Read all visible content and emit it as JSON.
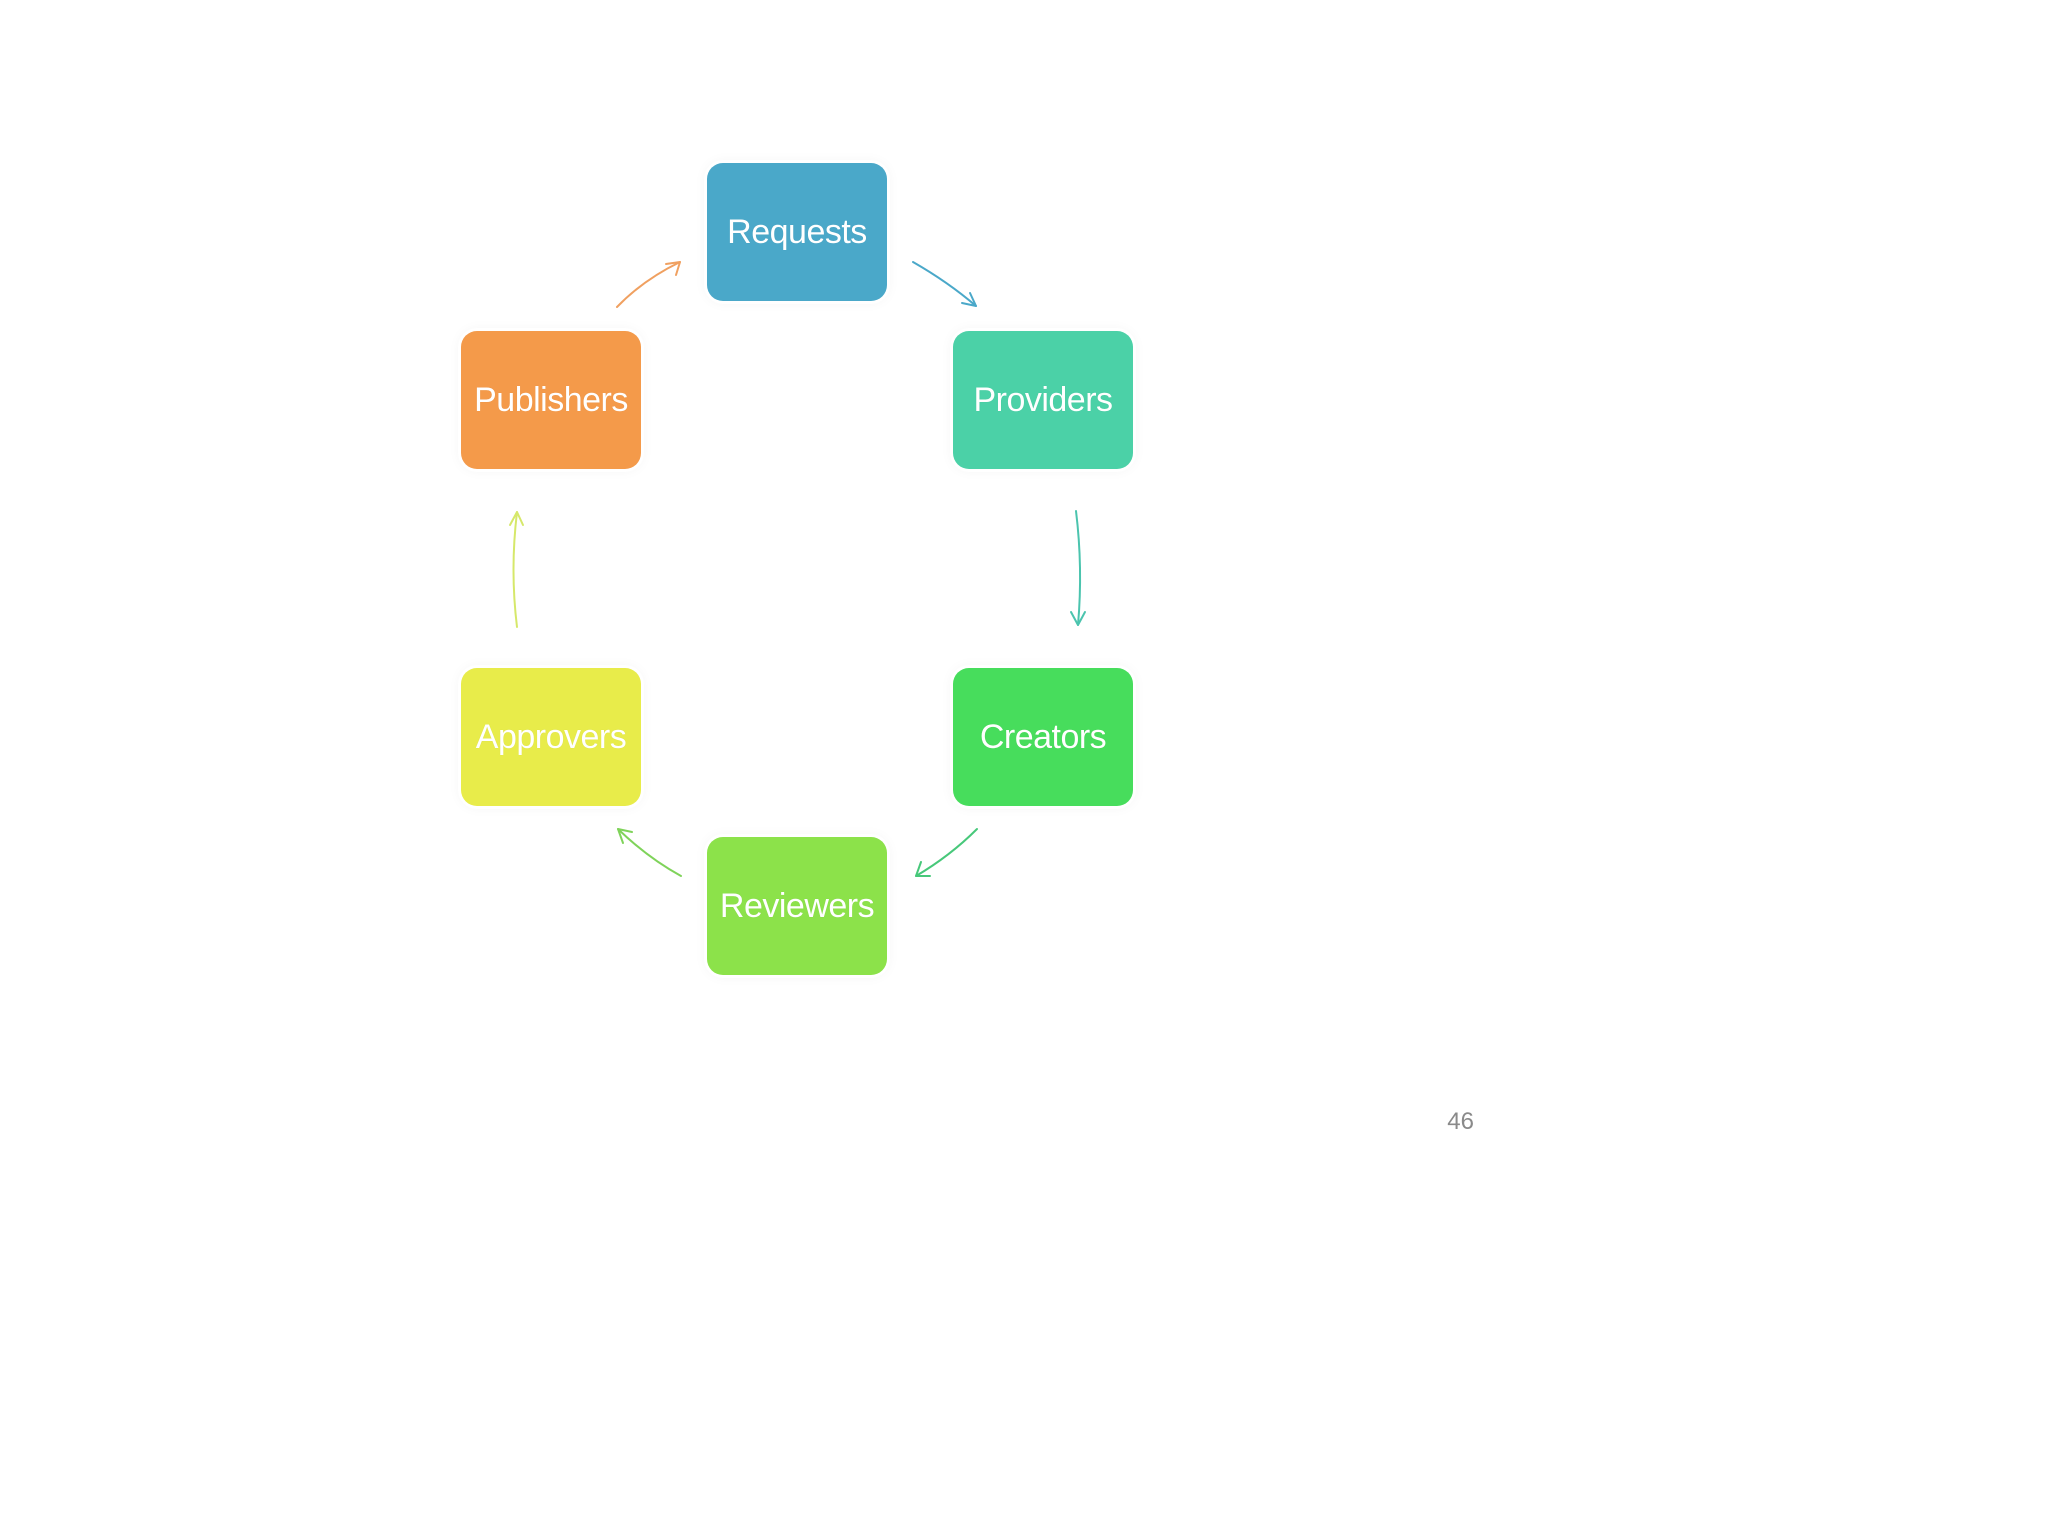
{
  "diagram": {
    "nodes": [
      {
        "id": "requests",
        "label": "Requests",
        "color": "#4aa8c9"
      },
      {
        "id": "providers",
        "label": "Providers",
        "color": "#4bd1a7"
      },
      {
        "id": "creators",
        "label": "Creators",
        "color": "#47dd5c"
      },
      {
        "id": "reviewers",
        "label": "Reviewers",
        "color": "#8ce24a"
      },
      {
        "id": "approvers",
        "label": "Approvers",
        "color": "#e8ec4a"
      },
      {
        "id": "publishers",
        "label": "Publishers",
        "color": "#f49a4a"
      }
    ],
    "edges": [
      {
        "from": "requests",
        "to": "providers"
      },
      {
        "from": "providers",
        "to": "creators"
      },
      {
        "from": "creators",
        "to": "reviewers"
      },
      {
        "from": "reviewers",
        "to": "approvers"
      },
      {
        "from": "approvers",
        "to": "publishers"
      },
      {
        "from": "publishers",
        "to": "requests"
      }
    ]
  },
  "slide": {
    "page_number": "46"
  }
}
